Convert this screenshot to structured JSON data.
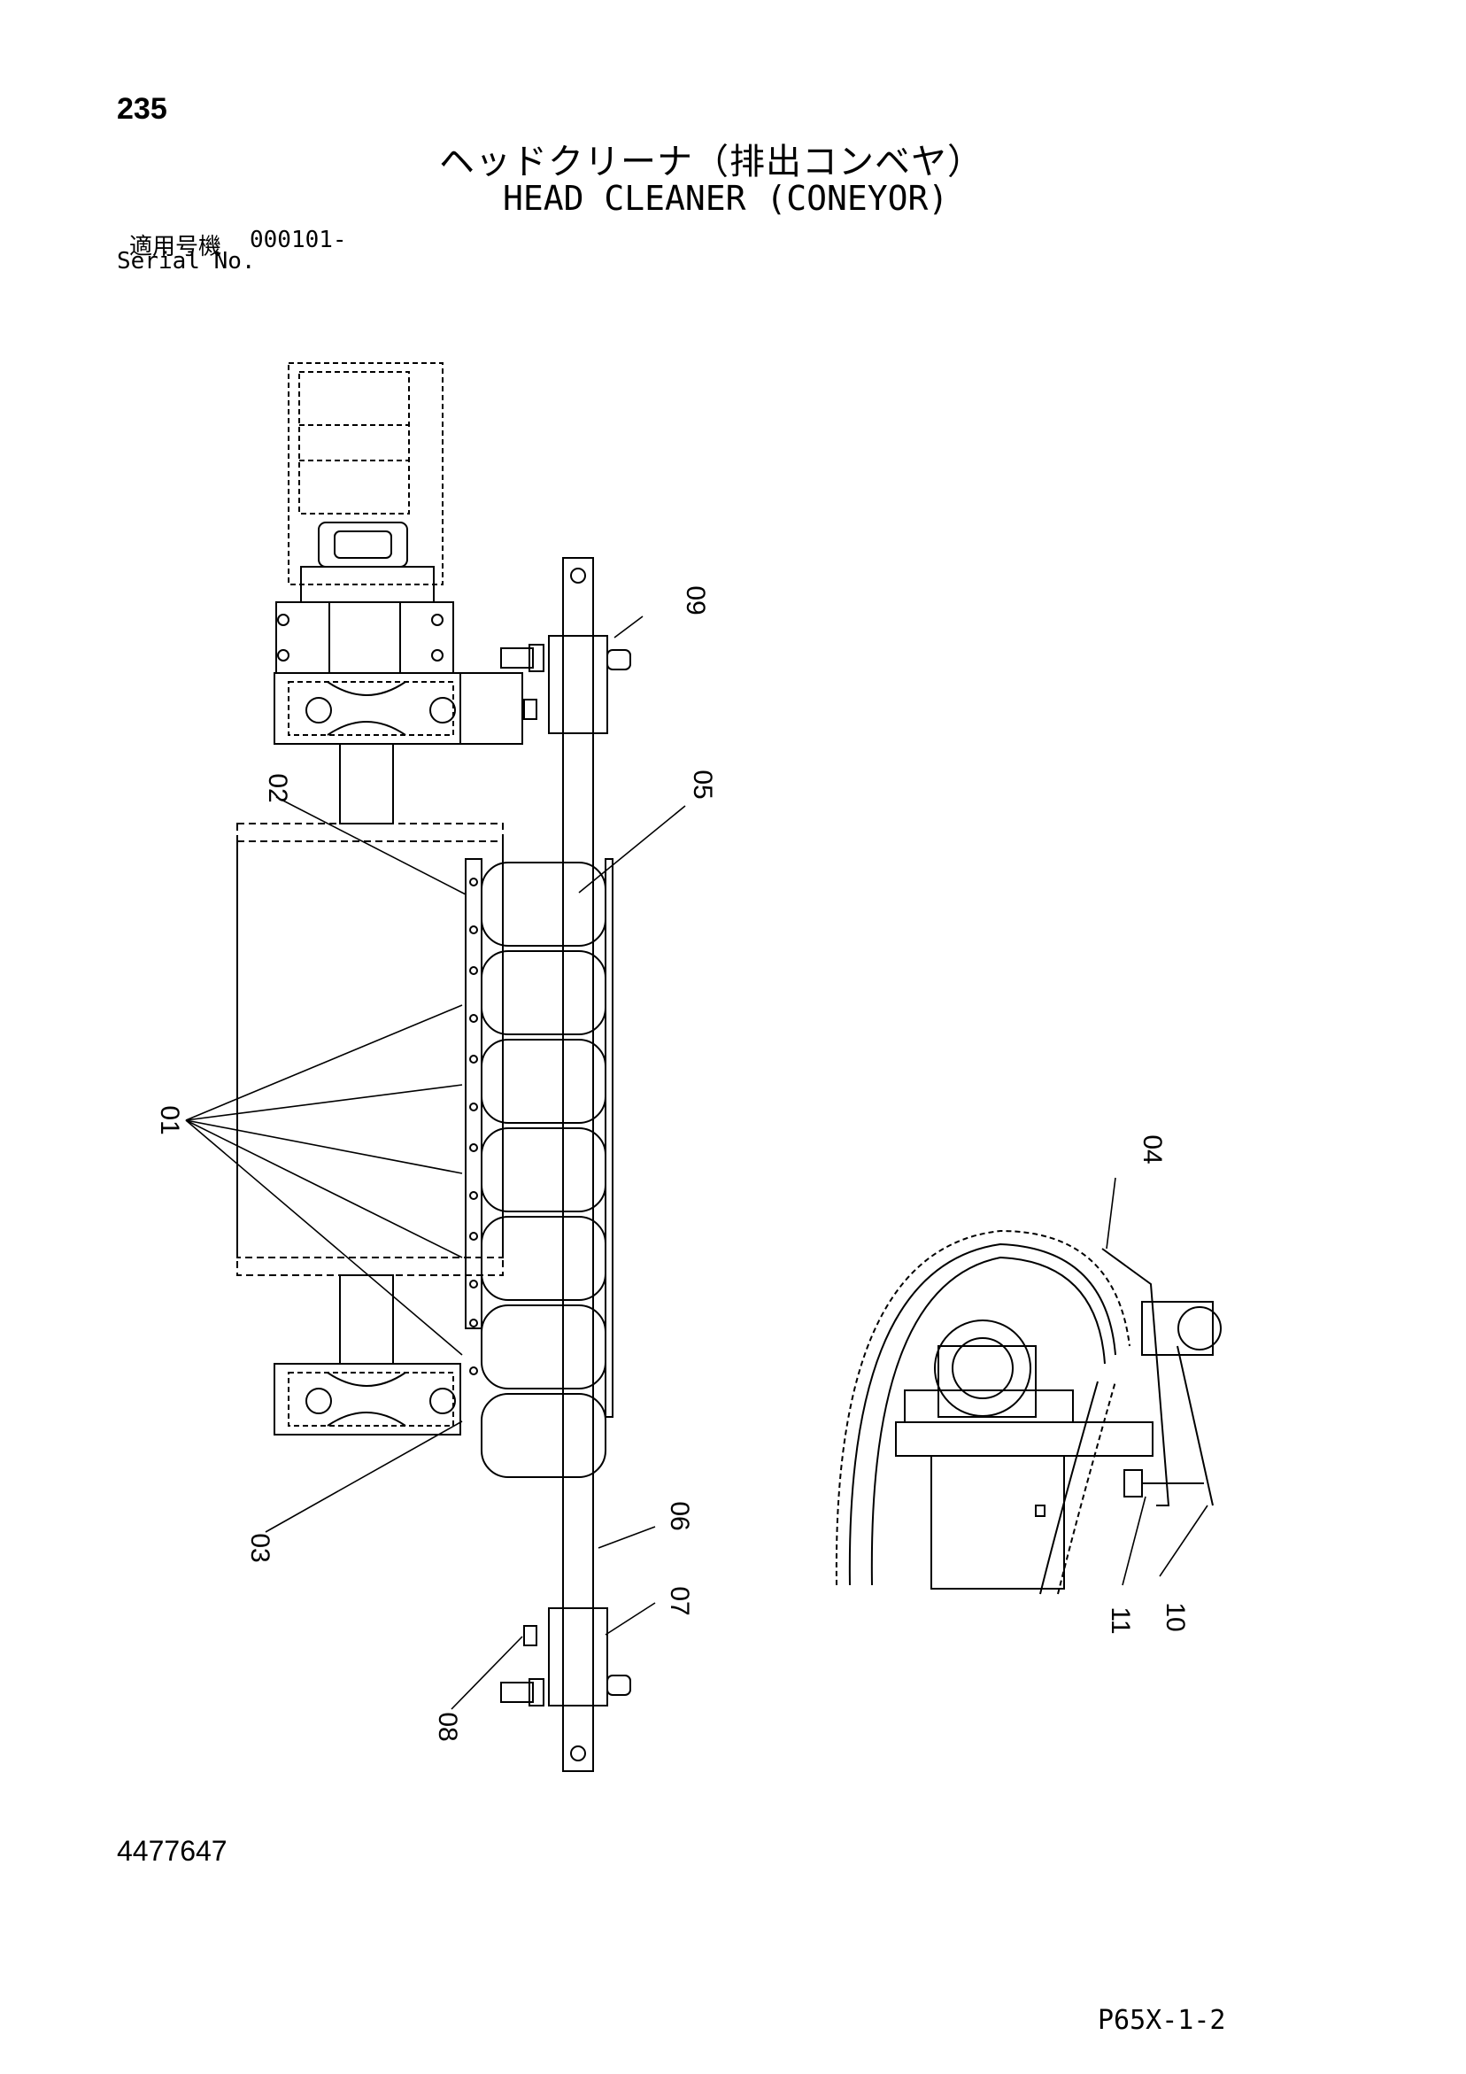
{
  "header": {
    "page_number": "235",
    "title_jp": "ヘッドクリーナ（排出コンベヤ）",
    "title_en": "HEAD CLEANER (CONEYOR)",
    "serial_label_jp": "適用号機",
    "serial_value": "000101-",
    "serial_label_en": "Serial No."
  },
  "footer": {
    "doc_number": "4477647",
    "ref_code": "P65X-1-2"
  },
  "callouts": {
    "c01": "01",
    "c02": "02",
    "c03": "03",
    "c04": "04",
    "c05": "05",
    "c06": "06",
    "c07": "07",
    "c08": "08",
    "c09": "09",
    "c10": "10",
    "c11": "11"
  }
}
